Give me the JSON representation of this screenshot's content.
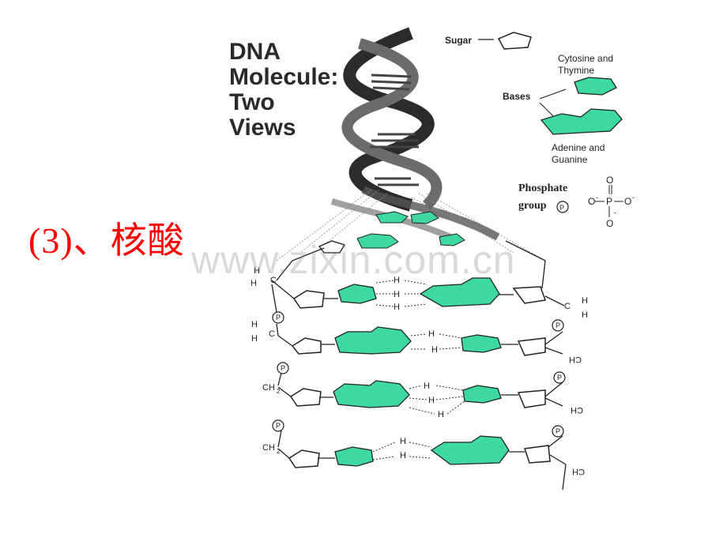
{
  "heading": "(3)、核酸",
  "figure": {
    "title_lines": [
      "DNA",
      "Molecule:",
      "Two",
      "Views"
    ],
    "legend": {
      "sugar": "Sugar",
      "bases": "Bases",
      "cytosine_thymine": [
        "Cytosine and",
        "Thymine"
      ],
      "adenine_guanine": [
        "Adenine and",
        "Guanine"
      ],
      "phosphate": [
        "Phosphate",
        "group"
      ],
      "phosphate_symbol": "P",
      "phosphate_formula": {
        "top": "O",
        "left": "O",
        "center": "P",
        "right": "O",
        "bottom": "O",
        "minus": "-"
      }
    },
    "chem_labels": {
      "h": "H",
      "c": "C",
      "ch2": "CH",
      "sub2": "2"
    }
  },
  "watermark": "www.zixin.com.cn",
  "colors": {
    "heading": "#ff0000",
    "base_fill": "#3dd9a0",
    "helix_dark": "#2b2b2b",
    "helix_light": "#8a8a8a",
    "line": "#222222"
  }
}
